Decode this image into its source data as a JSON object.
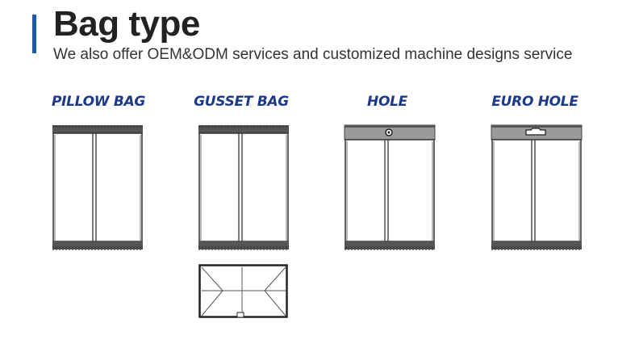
{
  "header": {
    "title": "Bag type",
    "subtitle": "We also offer OEM&ODM services and customized machine designs service"
  },
  "bag_types": [
    {
      "label": "PILLOW BAG",
      "icon": "pillow-bag-icon"
    },
    {
      "label": "GUSSET BAG",
      "icon": "gusset-bag-icon"
    },
    {
      "label": "HOLE",
      "icon": "hole-bag-icon"
    },
    {
      "label": "EURO HOLE",
      "icon": "euro-hole-bag-icon"
    }
  ],
  "colors": {
    "accent": "#1f5aa6",
    "label": "#1d3a8a"
  }
}
